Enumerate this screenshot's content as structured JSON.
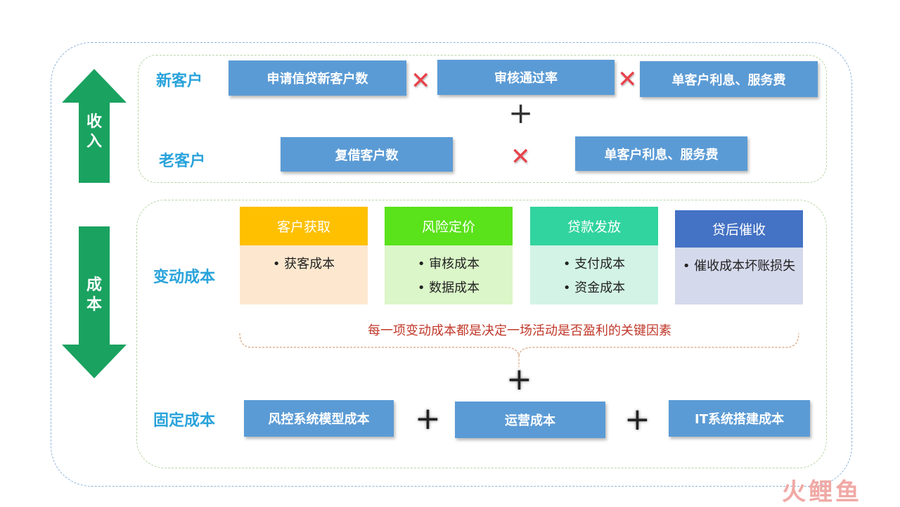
{
  "arrows": {
    "income_label": "收入",
    "cost_label": "成本",
    "color": "#1aa260"
  },
  "income": {
    "new_customer": {
      "label": "新客户",
      "boxes": [
        "申请信贷新客户数",
        "审核通过率",
        "单客户利息、服务费"
      ]
    },
    "old_customer": {
      "label": "老客户",
      "boxes": [
        "复借客户数",
        "单客户利息、服务费"
      ]
    }
  },
  "cost": {
    "variable": {
      "label": "变动成本",
      "cards": [
        {
          "title": "客户获取",
          "items": [
            "获客成本"
          ],
          "head_color": "#ffc000",
          "body_color": "#fde8cf"
        },
        {
          "title": "风险定价",
          "items": [
            "审核成本",
            "数据成本"
          ],
          "head_color": "#5ae21a",
          "body_color": "#dbf6c8"
        },
        {
          "title": "贷款发放",
          "items": [
            "支付成本",
            "资金成本"
          ],
          "head_color": "#31d49e",
          "body_color": "#d2f3e6"
        },
        {
          "title": "贷后催收",
          "items": [
            "催收成本坏账损失"
          ],
          "head_color": "#4472c4",
          "body_color": "#d5d9ec"
        }
      ],
      "note": "每一项变动成本都是决定一场活动是否盈利的关键因素"
    },
    "fixed": {
      "label": "固定成本",
      "boxes": [
        "风控系统模型成本",
        "运营成本",
        "IT系统搭建成本"
      ]
    }
  },
  "symbols": {
    "multiply": "✕",
    "plus": "+"
  },
  "watermark": "火鲤鱼"
}
